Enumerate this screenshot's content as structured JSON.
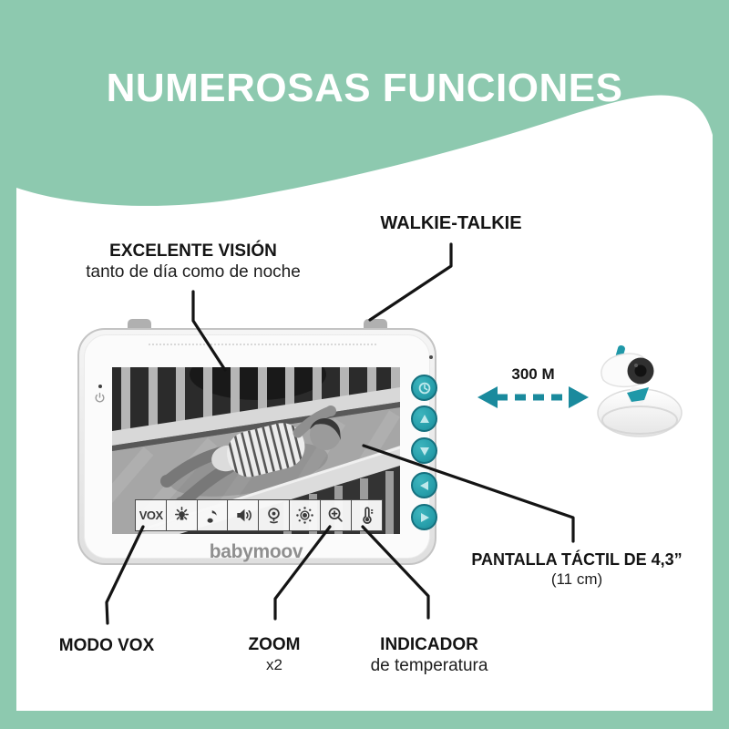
{
  "colors": {
    "background_green": "#8dc9af",
    "panel_white": "#ffffff",
    "arrow_teal": "#1a8a9d",
    "button_teal": "#2aa2ae",
    "text_black": "#141414"
  },
  "header": {
    "title": "NUMEROSAS FUNCIONES"
  },
  "annotations": {
    "vision": {
      "title": "EXCELENTE VISIÓN",
      "subtitle": "tanto de día como de noche"
    },
    "walkie_talkie": {
      "title": "WALKIE-TALKIE"
    },
    "range": {
      "label": "300 M"
    },
    "touchscreen": {
      "title": "PANTALLA TÁCTIL DE 4,3”",
      "subtitle": "(11 cm)"
    },
    "vox_mode": {
      "title": "MODO VOX"
    },
    "zoom": {
      "title": "ZOOM",
      "subtitle": "x2"
    },
    "temperature": {
      "title": "INDICADOR",
      "subtitle": "de temperatura"
    }
  },
  "monitor": {
    "brand": "babymoov",
    "screen_icons": [
      {
        "name": "vox-icon",
        "label": "VOX"
      },
      {
        "name": "night-light-icon"
      },
      {
        "name": "lullaby-icon"
      },
      {
        "name": "volume-icon"
      },
      {
        "name": "camera-icon"
      },
      {
        "name": "brightness-icon"
      },
      {
        "name": "zoom-icon"
      },
      {
        "name": "temperature-icon"
      }
    ],
    "side_buttons": [
      "menu",
      "up",
      "down",
      "left",
      "right"
    ]
  }
}
